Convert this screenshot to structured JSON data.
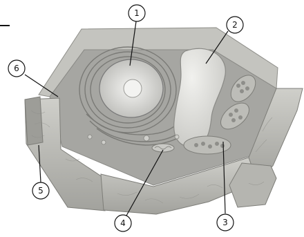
{
  "diagram": {
    "callouts": [
      {
        "id": "1",
        "label": "1"
      },
      {
        "id": "2",
        "label": "2"
      },
      {
        "id": "3",
        "label": "3"
      },
      {
        "id": "4",
        "label": "4"
      },
      {
        "id": "5",
        "label": "5"
      },
      {
        "id": "6",
        "label": "6"
      }
    ]
  },
  "colors": {
    "wall": "#b9b9b4",
    "wall_dark": "#8e8e8a",
    "cytoplasm": "#a9a9a5",
    "vacuole": "#dcdcd8",
    "nucleus": "#cfcfcb",
    "line": "#111111"
  }
}
